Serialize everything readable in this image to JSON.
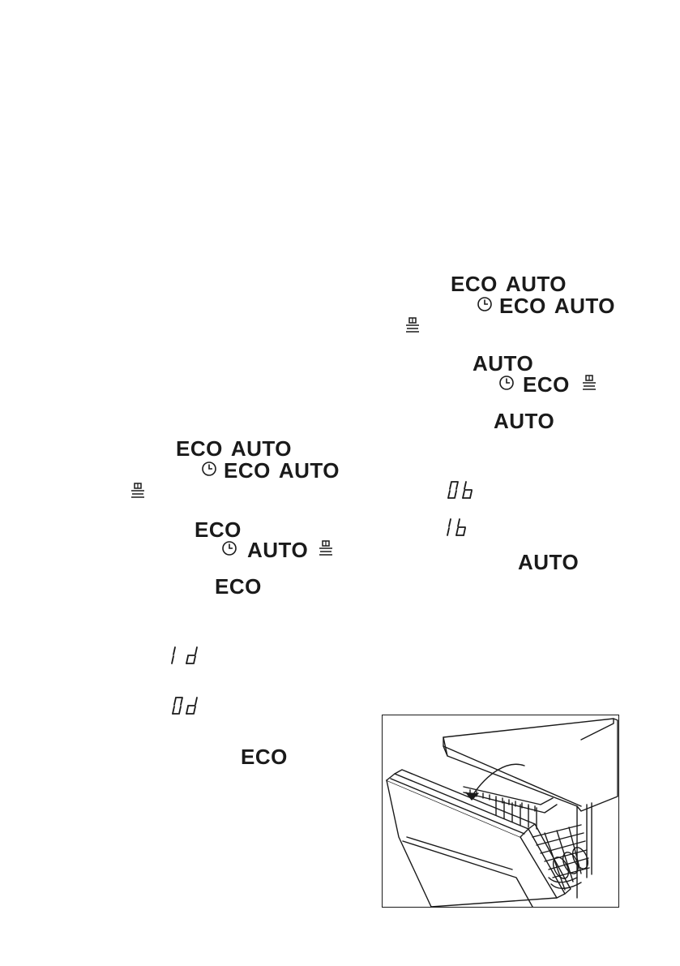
{
  "labels": {
    "eco": "ECO",
    "auto": "AUTO"
  },
  "displays": {
    "one_d": "1d",
    "zero_d": "0d",
    "zero_b": "0b",
    "one_b": "1b"
  },
  "icons": {
    "timer": "timer-icon",
    "drying": "drying-icon"
  },
  "colors": {
    "ink": "#1a1a1a"
  }
}
